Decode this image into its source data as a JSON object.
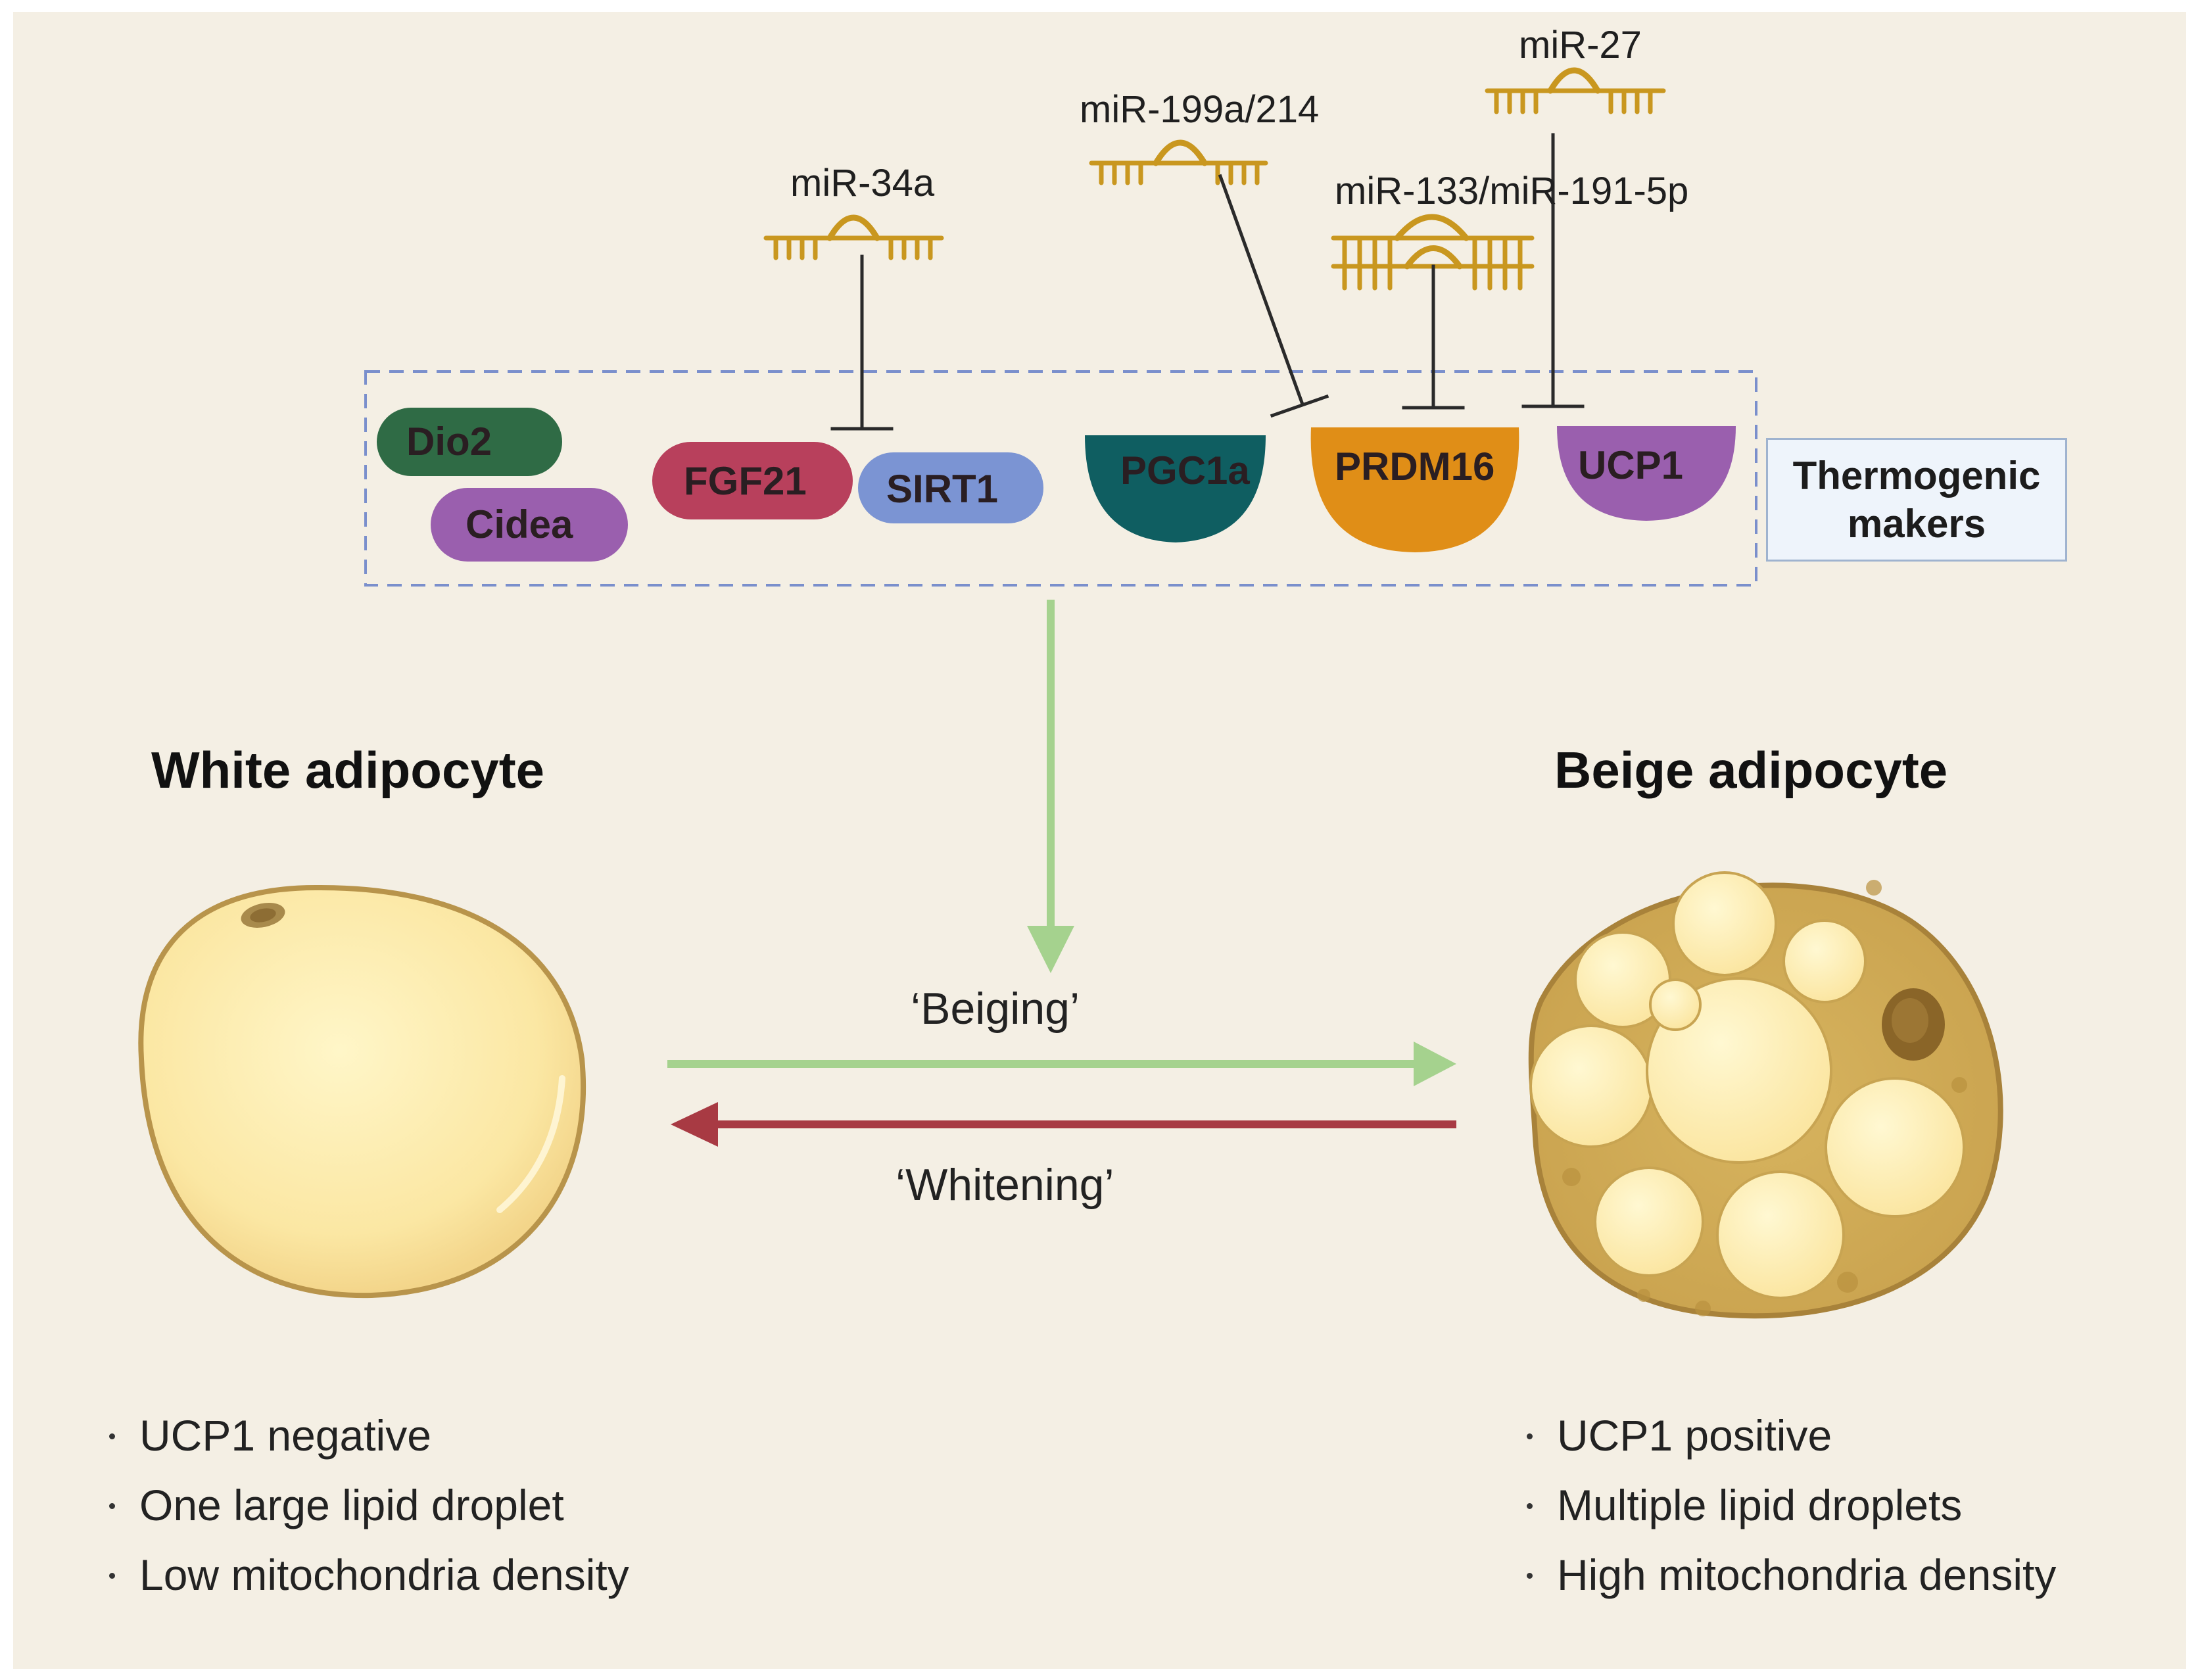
{
  "mirnas": {
    "mir34a": "miR-34a",
    "mir199a": "miR-199a/214",
    "mir133": "miR-133/miR-191-5p",
    "mir27": "miR-27"
  },
  "proteins": {
    "dio2": "Dio2",
    "cidea": "Cidea",
    "fgf21": "FGF21",
    "sirt1": "SIRT1",
    "pgc1a": "PGC1a",
    "prdm16": "PRDM16",
    "ucp1": "UCP1"
  },
  "legend": {
    "thermogenic": "Thermogenic makers"
  },
  "cells": {
    "white": {
      "title": "White adipocyte",
      "bullets": [
        "UCP1 negative",
        "One large lipid droplet",
        "Low mitochondria density"
      ]
    },
    "beige": {
      "title": "Beige adipocyte",
      "bullets": [
        "UCP1 positive",
        "Multiple lipid droplets",
        "High mitochondria density"
      ]
    }
  },
  "processes": {
    "beiging": "‘Beiging’",
    "whitening": "‘Whitening’"
  },
  "colors": {
    "background": "#f4efe4",
    "mirna": "#c9971f",
    "dio2": "#2f6b45",
    "cidea": "#9a5fae",
    "fgf21": "#b8405c",
    "sirt1": "#7b94d3",
    "pgc1a": "#0f5e61",
    "prdm16": "#e08e17",
    "ucp1": "#9a5fae",
    "beiging_arrow": "#a5d28e",
    "whitening_arrow": "#a83a43",
    "dashed_box": "#7a8fcc"
  }
}
